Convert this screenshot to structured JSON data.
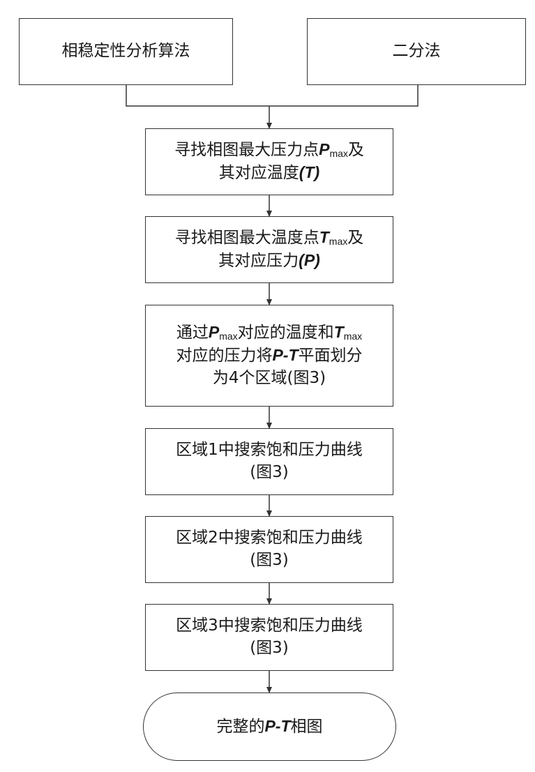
{
  "nodes": {
    "phase_stability": {
      "text": "相稳定性分析算法"
    },
    "bisection": {
      "text": "二分法"
    },
    "find_pmax": {
      "l1_a": "寻找相图最大压力点",
      "l1_var": "P",
      "l1_sub": "max",
      "l1_b": "及",
      "l2_a": "其对应温度",
      "l2_paren": "(T)"
    },
    "find_tmax": {
      "l1_a": "寻找相图最大温度点",
      "l1_var": "T",
      "l1_sub": "max",
      "l1_b": "及",
      "l2_a": "其对应压力",
      "l2_paren": "(P)"
    },
    "divide": {
      "l1_a": "通过",
      "l1_var1": "P",
      "l1_sub1": "max",
      "l1_b": "对应的温度和",
      "l1_var2": "T",
      "l1_sub2": "max",
      "l2_a": "对应的压力将",
      "l2_var": "P-T",
      "l2_b": "平面划分",
      "l3": "为4个区域(图3)"
    },
    "region1": {
      "l1": "区域1中搜索饱和压力曲线",
      "l2": "(图3)"
    },
    "region2": {
      "l1": "区域2中搜索饱和压力曲线",
      "l2": "(图3)"
    },
    "region3": {
      "l1": "区域3中搜索饱和压力曲线",
      "l2": "(图3)"
    },
    "result": {
      "a": "完整的",
      "var": "P-T",
      "b": "相图"
    }
  }
}
